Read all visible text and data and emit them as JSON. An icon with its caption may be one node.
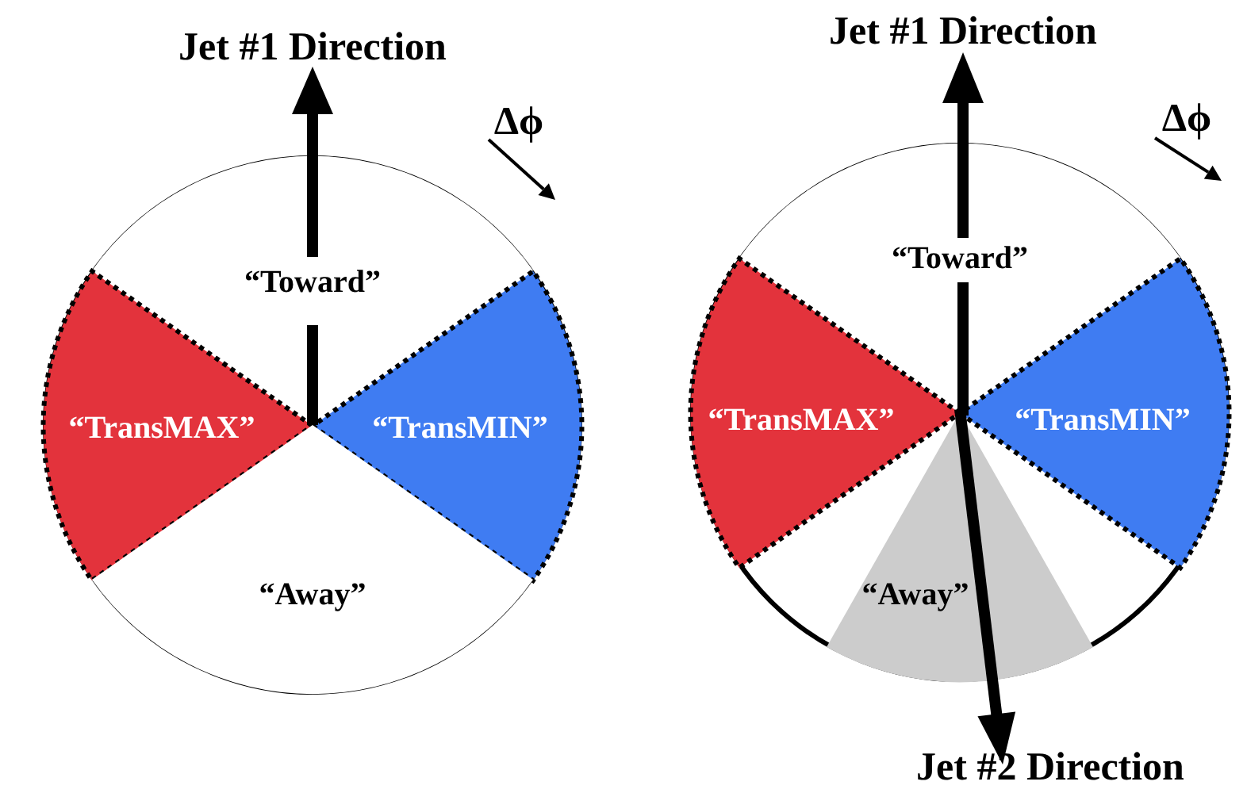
{
  "diagram": {
    "nodes": [
      {
        "text": [],
        "shape": "circle"
      },
      {
        "text": [
          "“Toward”"
        ],
        "in": 0
      },
      {
        "text": [
          "“TransMAX”"
        ],
        "in": 0
      },
      {
        "text": [
          "“TransMIN”"
        ],
        "in": 0
      },
      {
        "text": [
          "“Away”"
        ],
        "in": 0
      },
      {
        "text": [],
        "shape": "circle"
      },
      {
        "text": [
          "“Toward”"
        ],
        "in": 5
      },
      {
        "text": [
          "“TransMAX”"
        ],
        "in": 5
      },
      {
        "text": [
          "“TransMIN”"
        ],
        "in": 5
      },
      {
        "text": [
          "“Away”"
        ],
        "in": 5
      }
    ],
    "labels": [
      "Jet #1 Direction",
      "Δϕ",
      "Jet #1 Direction",
      "Δϕ",
      "Jet #2 Direction"
    ]
  }
}
